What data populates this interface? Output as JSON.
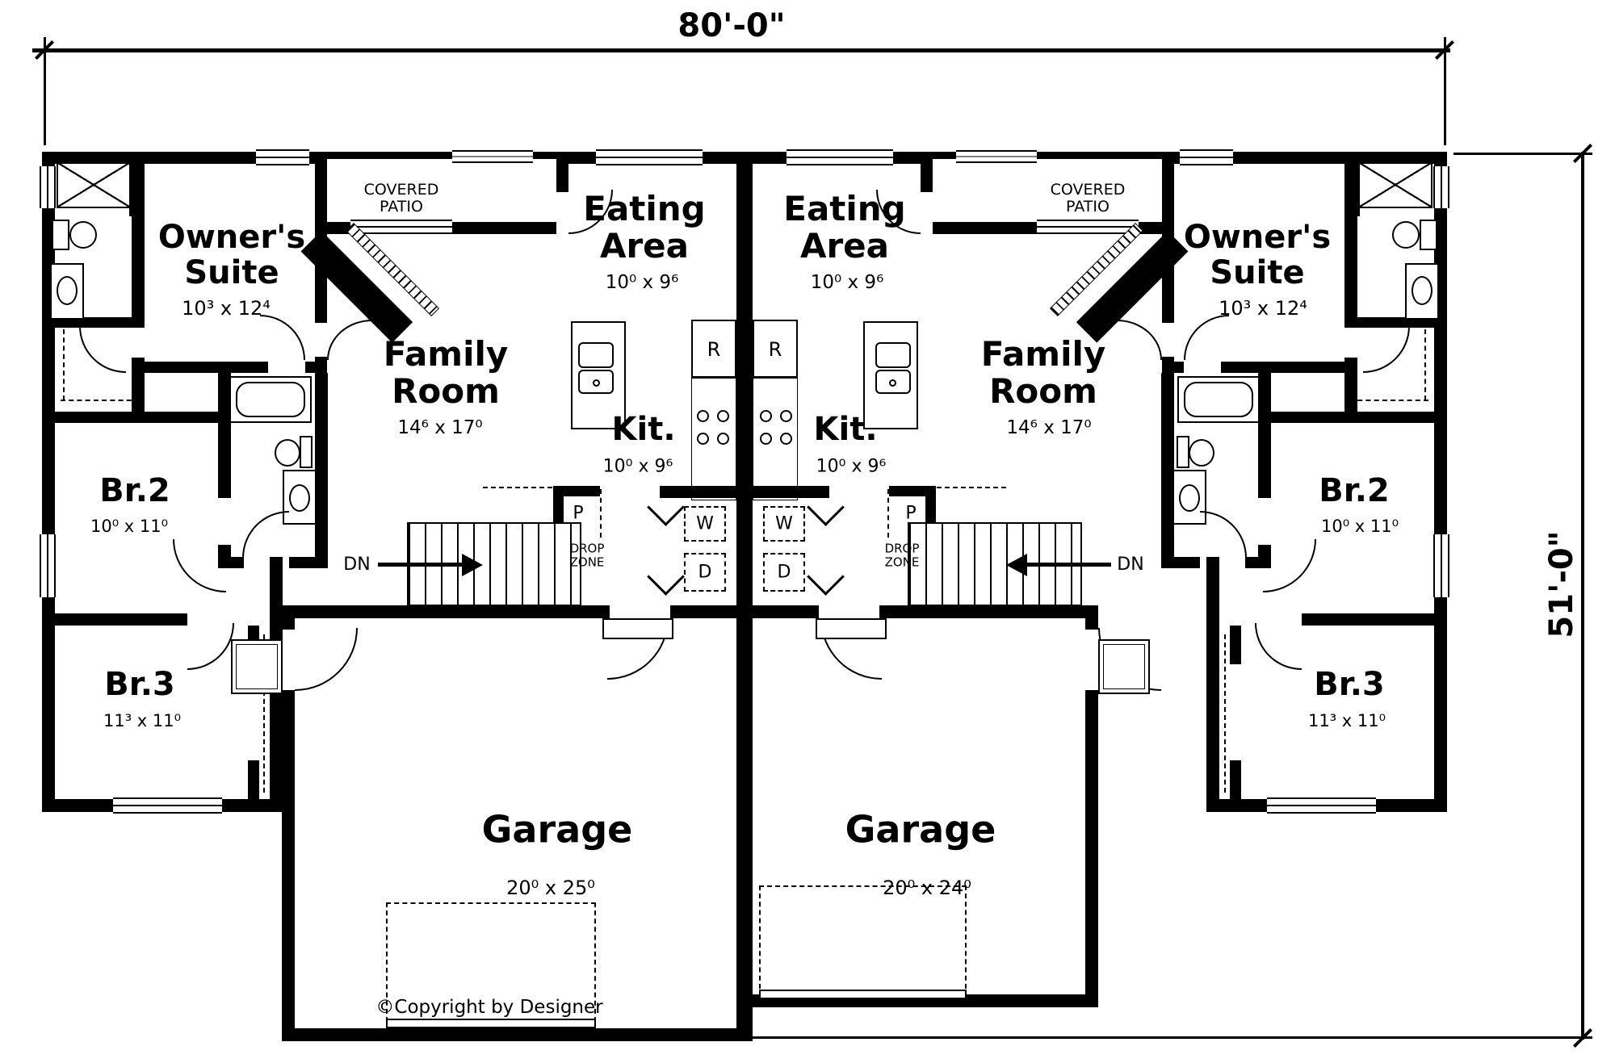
{
  "page": {
    "width_dim": "80'-0\"",
    "height_dim": "51'-0\"",
    "copyright": "©Copyright by Designer"
  },
  "left": {
    "owners_suite": "Owner's Suite",
    "owners_suite_size": "10³ x 12⁴",
    "patio": "COVERED PATIO",
    "eating": "Eating Area",
    "eating_size": "10⁰ x 9⁶",
    "family": "Family Room",
    "family_size": "14⁶ x 17⁰",
    "kitchen": "Kit.",
    "kitchen_size": "10⁰ x 9⁶",
    "br2": "Br.2",
    "br2_size": "10⁰ x 11⁰",
    "br3": "Br.3",
    "br3_size": "11³ x 11⁰",
    "garage": "Garage",
    "garage_size": "20⁰ x 25⁰",
    "drop": "DROP ZONE",
    "dn": "DN",
    "fridge": "R",
    "pantry": "P",
    "washer": "W",
    "dryer": "D"
  },
  "right": {
    "owners_suite": "Owner's Suite",
    "owners_suite_size": "10³ x 12⁴",
    "patio": "COVERED PATIO",
    "eating": "Eating Area",
    "eating_size": "10⁰ x 9⁶",
    "family": "Family Room",
    "family_size": "14⁶ x 17⁰",
    "kitchen": "Kit.",
    "kitchen_size": "10⁰ x 9⁶",
    "br2": "Br.2",
    "br2_size": "10⁰ x 11⁰",
    "br3": "Br.3",
    "br3_size": "11³ x 11⁰",
    "garage": "Garage",
    "garage_size": "20⁰ x 24⁰",
    "drop": "DROP ZONE",
    "dn": "DN",
    "fridge": "R",
    "pantry": "P",
    "washer": "W",
    "dryer": "D"
  }
}
